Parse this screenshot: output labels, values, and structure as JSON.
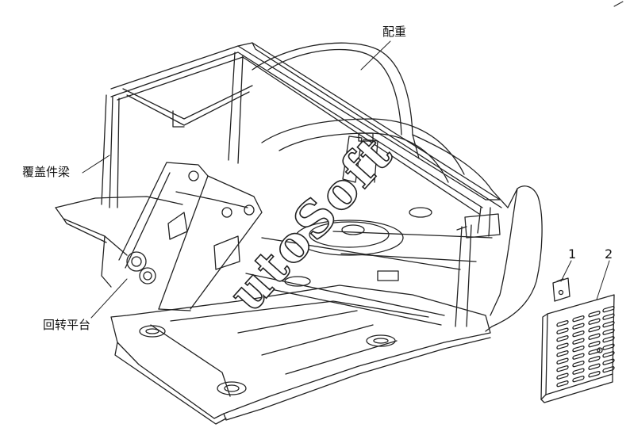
{
  "labels": {
    "counterweight": "配重",
    "cover_beam": "覆盖件梁",
    "turntable": "回转平台",
    "part_1": "1",
    "part_2": "2"
  },
  "watermark": "utoSoft",
  "colors": {
    "line": "#222222",
    "background": "#ffffff"
  }
}
